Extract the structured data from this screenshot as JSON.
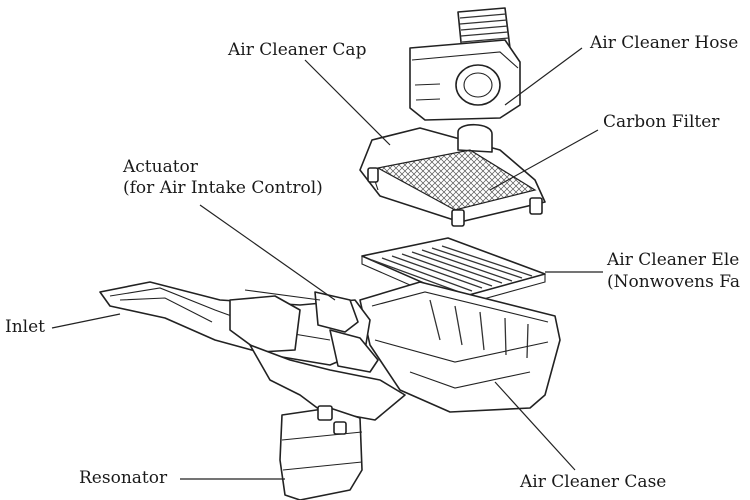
{
  "labels": {
    "air_cleaner_cap": "Air Cleaner Cap",
    "air_cleaner_hose": "Air Cleaner Hose",
    "carbon_filter": "Carbon Filter",
    "actuator_line1": "Actuator",
    "actuator_line2": "(for Air Intake Control)",
    "air_cleaner_element_line1": "Air Cleaner Ele",
    "air_cleaner_element_line2": "(Nonwovens Fa",
    "inlet": "Inlet",
    "resonator": "Resonator",
    "air_cleaner_case": "Air Cleaner Case"
  }
}
